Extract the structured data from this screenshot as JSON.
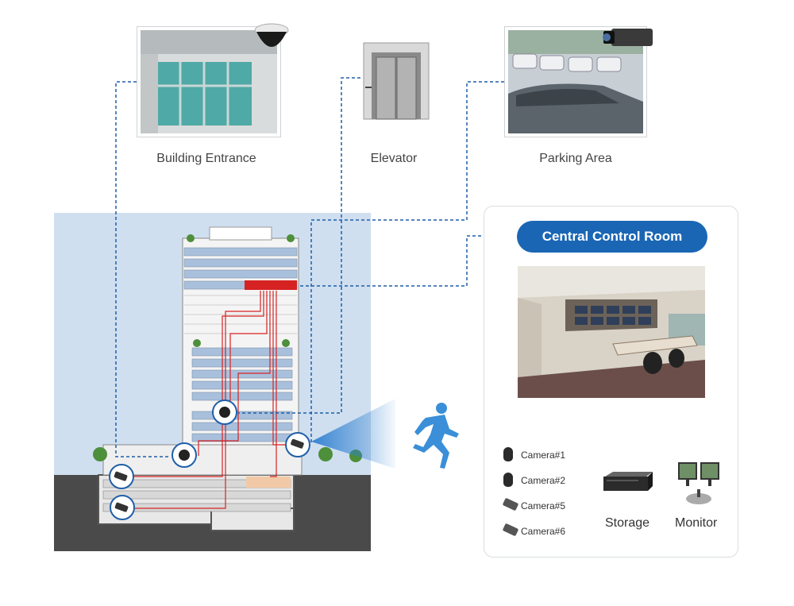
{
  "locations": [
    {
      "label": "Building Entrance",
      "icon": "dome-camera-icon"
    },
    {
      "label": "Elevator",
      "icon": "elevator-icon"
    },
    {
      "label": "Parking Area",
      "icon": "box-camera-icon"
    }
  ],
  "control_room": {
    "title": "Central Control Room",
    "cameras": [
      "Camera#1",
      "Camera#2",
      "Camera#5",
      "Camera#6"
    ],
    "storage_label": "Storage",
    "monitor_label": "Monitor"
  },
  "colors": {
    "accent_blue": "#1a66b5",
    "dashed_line": "#1f5fa8",
    "cable_red": "#d62222",
    "building_sky": "#c9dbef"
  }
}
